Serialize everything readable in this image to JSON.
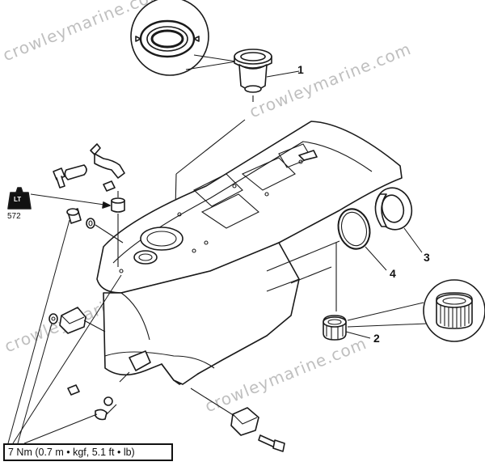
{
  "callouts": {
    "c1": "1",
    "c2": "2",
    "c3": "3",
    "c4": "4"
  },
  "torque_spec": "7 Nm (0.7 m • kgf, 5.1 ft • lb)",
  "loctite": {
    "label": "LT",
    "code": "572"
  },
  "watermark": {
    "text": "crowleymarine.com",
    "color": "#bfbfbf"
  }
}
